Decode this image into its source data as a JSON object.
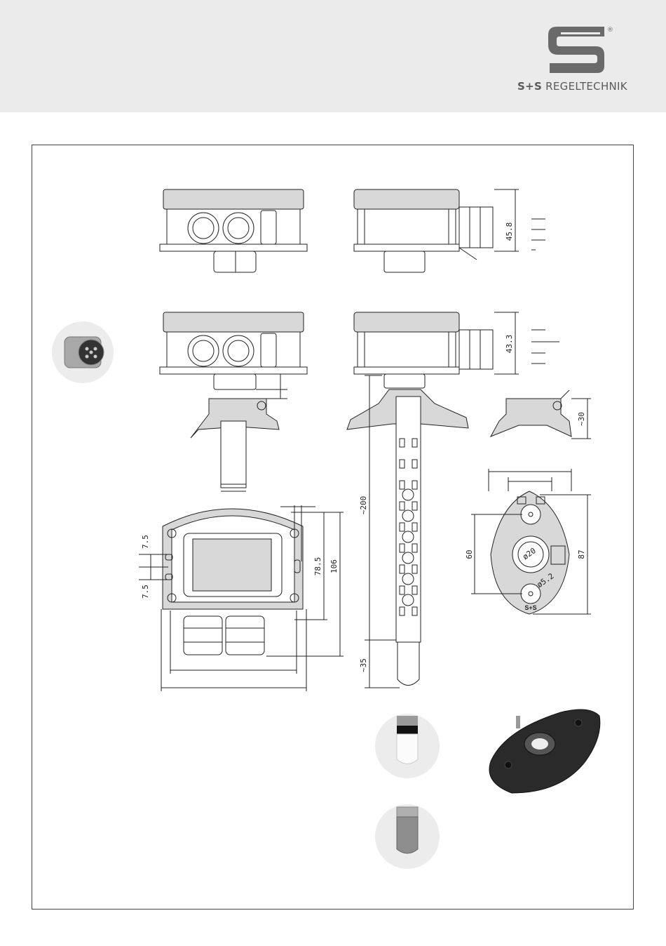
{
  "header": {
    "brand_prefix": "S+S",
    "brand_suffix": " REGELTECHNIK",
    "registered": "®"
  },
  "colors": {
    "header_bg": "#ebebeb",
    "logo_gray": "#6a6a6a",
    "body_fill": "#d8d8d8",
    "photo_circle": "#ececec",
    "line": "#222222"
  },
  "dimensions": {
    "side_height_top": "45.8",
    "side_height_bottom": "43.3",
    "flange_height": "~30",
    "probe_length": "~200",
    "tip_length": "~35",
    "front_7_5_a": "7.5",
    "front_7_5_b": "7.5",
    "front_78_5": "78.5",
    "front_106": "106",
    "flange_60": "60",
    "flange_87": "87",
    "hole_d20": "ø20",
    "hole_d5_2": "ø5.2",
    "flange_brand": "S+S"
  },
  "icons": {
    "connector_photo": "m12-connector-photo",
    "filter_white": "sinter-filter-white-photo",
    "filter_metal": "sinter-filter-metal-photo",
    "flange_photo": "mounting-flange-photo"
  }
}
